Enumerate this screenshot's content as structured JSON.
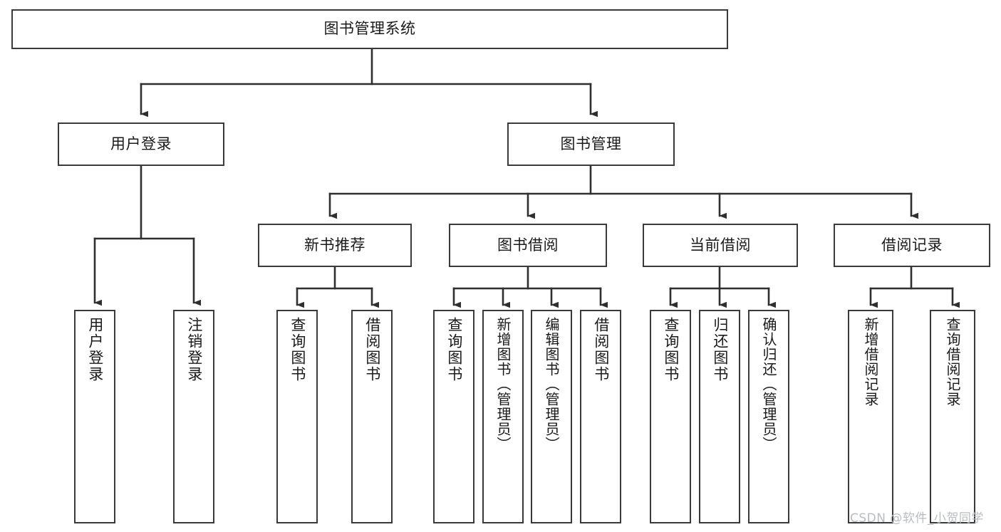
{
  "diagram": {
    "title": "图书管理系统",
    "type": "hierarchy-tree",
    "orientation": "top-down",
    "box_fill": "#ffffff",
    "box_stroke": "#3a3a3a",
    "connector_color": "#2f2f2f",
    "background": "#ffffff"
  },
  "nodes": {
    "root": {
      "label": "图书管理系统"
    },
    "tier2": [
      {
        "label": "用户登录"
      },
      {
        "label": "图书管理"
      }
    ],
    "tier3": [
      {
        "label": "新书推荐"
      },
      {
        "label": "图书借阅"
      },
      {
        "label": "当前借阅"
      },
      {
        "label": "借阅记录"
      }
    ],
    "leaves": {
      "user_login": [
        {
          "label": "用户登录"
        },
        {
          "label": "注销登录"
        }
      ],
      "new_book_recommend": [
        {
          "label": "查询图书"
        },
        {
          "label": "借阅图书"
        }
      ],
      "book_borrow": [
        {
          "label": "查询图书"
        },
        {
          "label": "新增图书（管理员）"
        },
        {
          "label": "编辑图书（管理员）"
        },
        {
          "label": "借阅图书"
        }
      ],
      "current_borrow": [
        {
          "label": "查询图书"
        },
        {
          "label": "归还图书"
        },
        {
          "label": "确认归还（管理员）"
        }
      ],
      "borrow_record": [
        {
          "label": "新增借阅记录"
        },
        {
          "label": "查询借阅记录"
        }
      ]
    }
  },
  "watermark": {
    "text": "CSDN @软件_小贺同学"
  }
}
